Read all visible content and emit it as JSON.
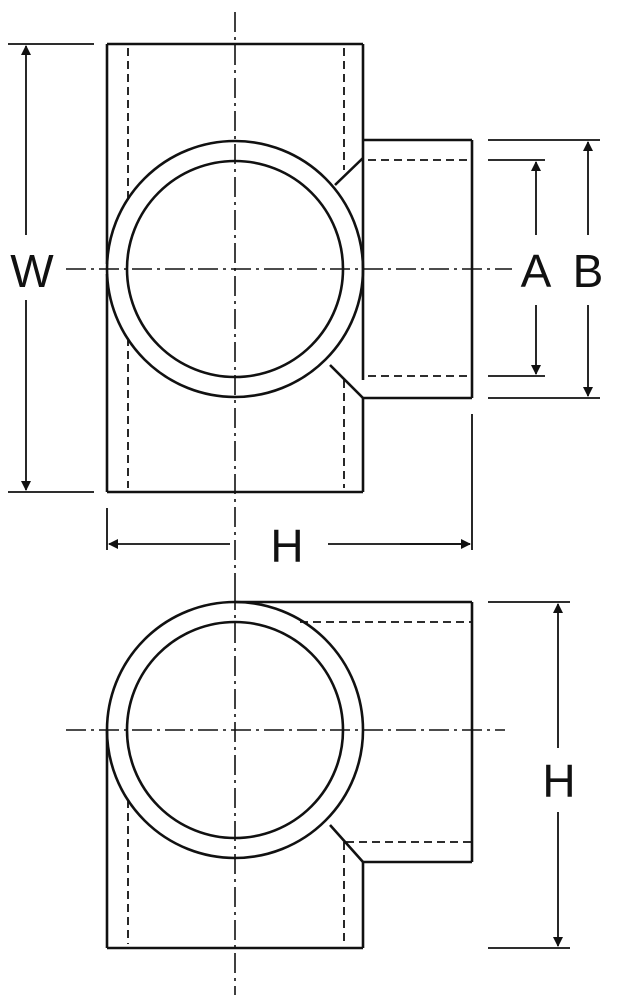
{
  "labels": {
    "width": "W",
    "diameter_a": "A",
    "diameter_b": "B",
    "height_top_view": "H",
    "height_side_view": "H"
  },
  "colors": {
    "line": "#111111",
    "background": "#ffffff"
  }
}
